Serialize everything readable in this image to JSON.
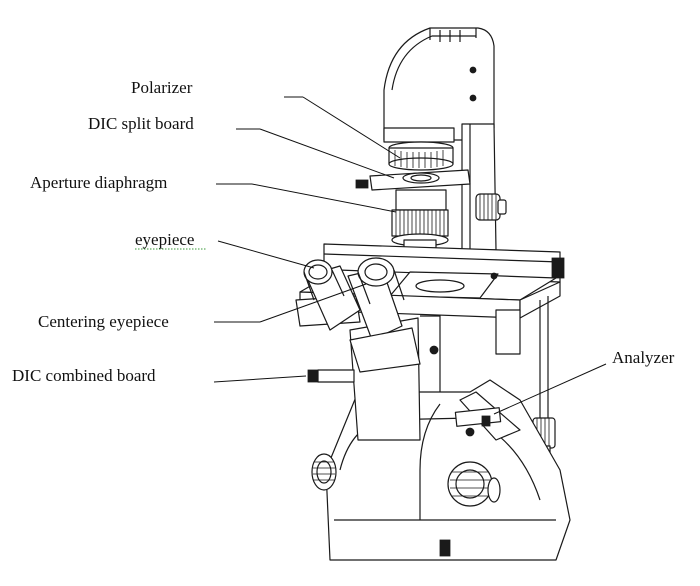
{
  "labels": {
    "polarizer": "Polarizer",
    "dic_split_board": "DIC split board",
    "aperture_diaphragm": "Aperture  diaphragm",
    "eyepiece": "eyepiece",
    "centering_eyepiece": "Centering  eyepiece",
    "dic_combined_board": "DIC combined board",
    "analyzer": "Analyzer"
  }
}
